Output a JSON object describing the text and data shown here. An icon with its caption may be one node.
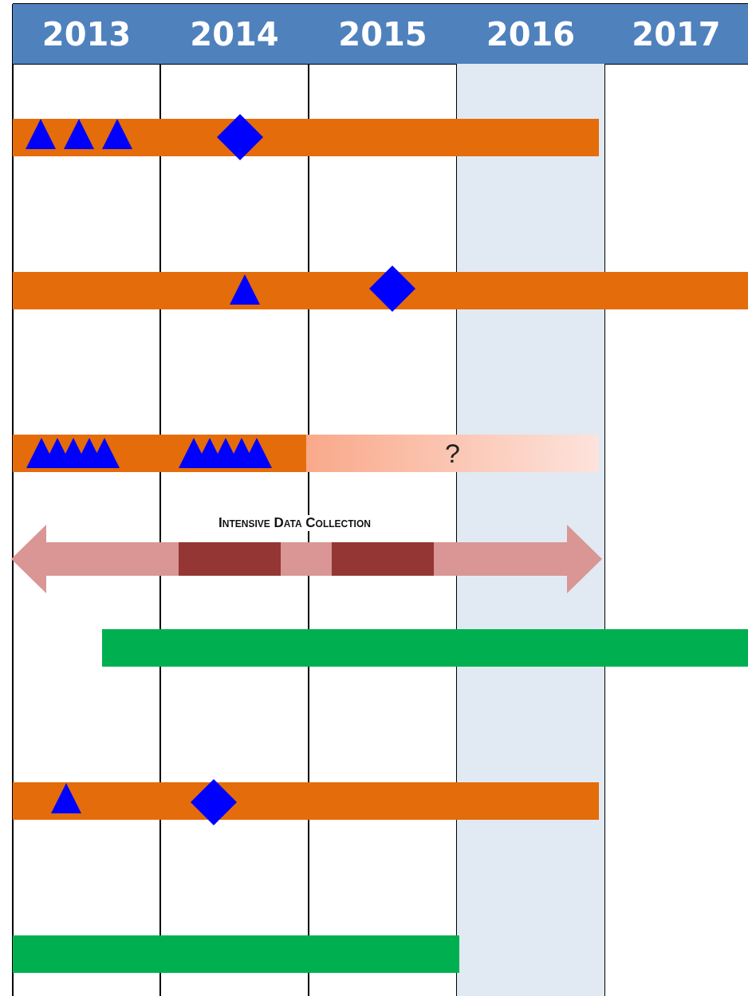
{
  "diagram": {
    "nodes": [
      {
        "text": [
          "2013"
        ]
      },
      {
        "text": [
          "2014"
        ]
      },
      {
        "text": [
          "2015"
        ]
      },
      {
        "text": [
          "2016"
        ]
      },
      {
        "text": [
          "2017"
        ]
      },
      {
        "text": [],
        "shape": "bar"
      },
      {
        "text": [],
        "shape": "bar"
      },
      {
        "text": [],
        "shape": "bar"
      },
      {
        "text": [
          "?"
        ]
      },
      {
        "text": [
          "Intensive Data Collection"
        ]
      },
      {
        "text": [],
        "shape": "bar"
      },
      {
        "text": [],
        "shape": "bar"
      },
      {
        "text": [],
        "shape": "bar"
      }
    ]
  }
}
